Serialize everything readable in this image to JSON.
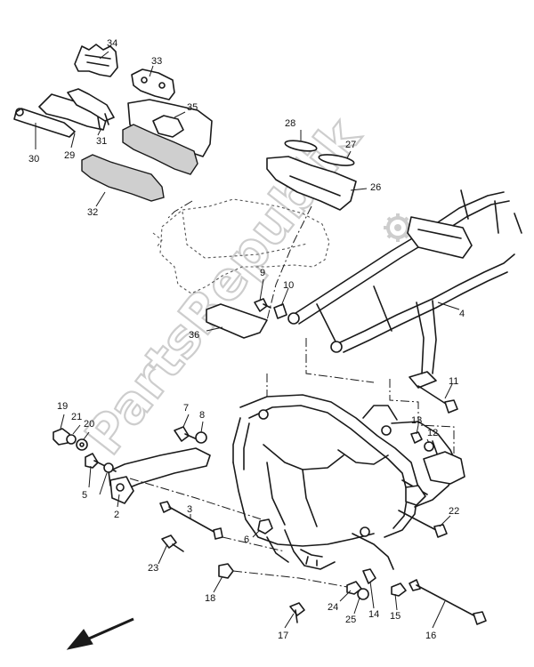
{
  "watermark": "PartsRepublik",
  "callouts": [
    "34",
    "33",
    "35",
    "31",
    "29",
    "30",
    "32",
    "28",
    "27",
    "26",
    "9",
    "10",
    "36",
    "4",
    "11",
    "13",
    "12",
    "19",
    "21",
    "20",
    "7",
    "8",
    "5",
    "6",
    "2",
    "3",
    "22",
    "23",
    "18",
    "24",
    "25",
    "14",
    "15",
    "16",
    "17"
  ],
  "colors": {
    "ink": "#1a1a1a",
    "watermark": "#c8c8c8",
    "background": "#ffffff"
  },
  "icons": {
    "direction_arrow": "front-direction-arrow-icon",
    "watermark_gear": "gear-icon"
  }
}
